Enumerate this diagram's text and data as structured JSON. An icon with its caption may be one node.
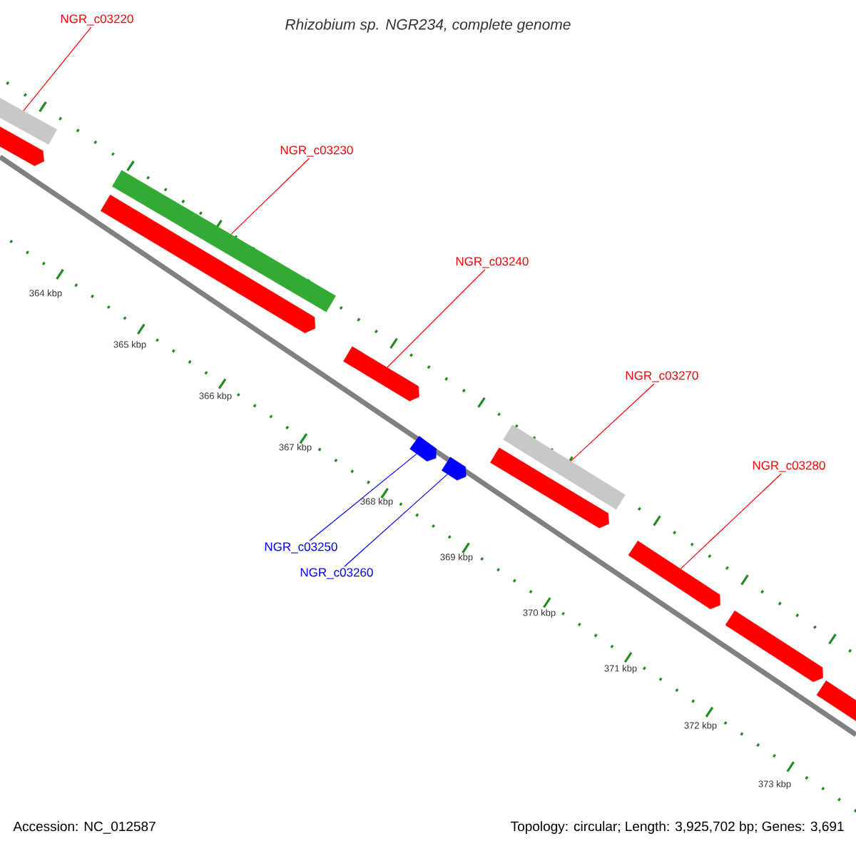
{
  "diagram": {
    "title": "Rhizobium sp. NGR234, complete genome",
    "nodes": [
      {
        "text": [
          "NGR_c03220"
        ]
      },
      {
        "text": [
          "NGR_c03230"
        ]
      },
      {
        "text": [
          "NGR_c03240"
        ]
      },
      {
        "text": [
          "NGR_c03270"
        ]
      },
      {
        "text": [
          "NGR_c03280"
        ]
      },
      {
        "text": [
          "NGR_c03250"
        ]
      },
      {
        "text": [
          "NGR_c03260"
        ]
      },
      {
        "text": [],
        "shape": "bar"
      },
      {
        "text": [],
        "shape": "pentagon"
      },
      {
        "text": [],
        "shape": "bar"
      },
      {
        "text": [],
        "shape": "pentagon"
      },
      {
        "text": [],
        "shape": "pentagon"
      },
      {
        "text": [],
        "shape": "pentagon"
      },
      {
        "text": [],
        "shape": "pentagon"
      },
      {
        "text": [],
        "shape": "bar"
      },
      {
        "text": [],
        "shape": "pentagon"
      },
      {
        "text": [],
        "shape": "pentagon"
      },
      {
        "text": [],
        "shape": "pentagon"
      },
      {
        "text": [],
        "shape": "pentagon"
      }
    ],
    "edges": [
      {
        "from": 0,
        "to": 7,
        "arrow": "none"
      },
      {
        "from": 1,
        "to": 9,
        "arrow": "none"
      },
      {
        "from": 2,
        "to": 11,
        "arrow": "none"
      },
      {
        "from": 3,
        "to": 14,
        "arrow": "none"
      },
      {
        "from": 4,
        "to": 16,
        "arrow": "none"
      },
      {
        "from": 5,
        "to": 12,
        "arrow": "none",
        "color": "#0000ff"
      },
      {
        "from": 6,
        "to": 13,
        "arrow": "none",
        "color": "#0000ff"
      }
    ],
    "labels": [
      "364 kbp",
      "365 kbp",
      "366 kbp",
      "367 kbp",
      "368 kbp",
      "369 kbp",
      "370 kbp",
      "371 kbp",
      "372 kbp",
      "373 kbp",
      "Accession: NC_012587",
      "Topology: circular; Length: 3,925,702 bp; Genes: 3,691"
    ]
  }
}
